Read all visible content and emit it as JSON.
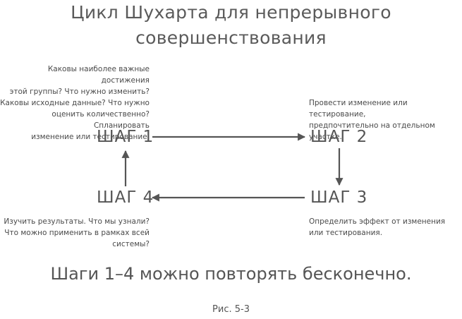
{
  "title_line1": "Цикл Шухарта для непрерывного",
  "title_line2": "совершенствования",
  "steps": {
    "step1": "ШАГ 1",
    "step2": "ШАГ 2",
    "step3": "ШАГ 3",
    "step4": "ШАГ 4"
  },
  "notes": {
    "step1": [
      "Каковы наиболее важные достижения",
      "этой группы? Что нужно изменить?",
      "Каковы исходные данные? Что нужно",
      "оценить количественно? Спланировать",
      "изменение или тестирование."
    ],
    "step2": [
      "Провести изменение или тестирование,",
      "предпочтительно на отдельном участке."
    ],
    "step3": [
      "Определить эффект от изменения",
      "или тестирования."
    ],
    "step4": [
      "Изучить результаты. Что мы узнали?",
      "Что можно применить в рамках всей",
      "системы?"
    ]
  },
  "footer": "Шаги 1–4 можно повторять бесконечно.",
  "caption": "Рис. 5-3",
  "colors": {
    "arrow": "#555555",
    "text": "#5a5a5a"
  }
}
